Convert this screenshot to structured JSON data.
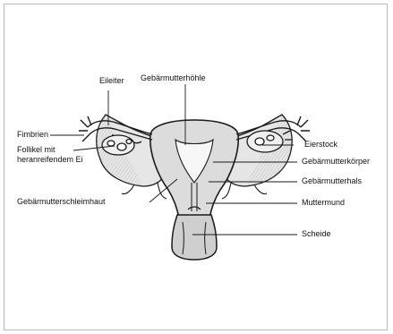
{
  "diagram": {
    "labels": {
      "eileiter": "Eileiter",
      "gebaermutterhoehle": "Gebärmutterhöhle",
      "fimbrien": "Fimbrien",
      "follikel_line1": "Follikel mit",
      "follikel_line2": "heranreifendem Ei",
      "eierstock": "Eierstock",
      "gebaermutterkoerper": "Gebärmutterkörper",
      "gebaermutterhals": "Gebärmutterhals",
      "gebaermutterschleimhaut": "Gebärmutterschleimhaut",
      "muttermund": "Muttermund",
      "scheide": "Scheide"
    },
    "colors": {
      "ink": "#1a1a1a",
      "shade": "#bdbdbd",
      "frame": "#b9b9b9"
    }
  }
}
